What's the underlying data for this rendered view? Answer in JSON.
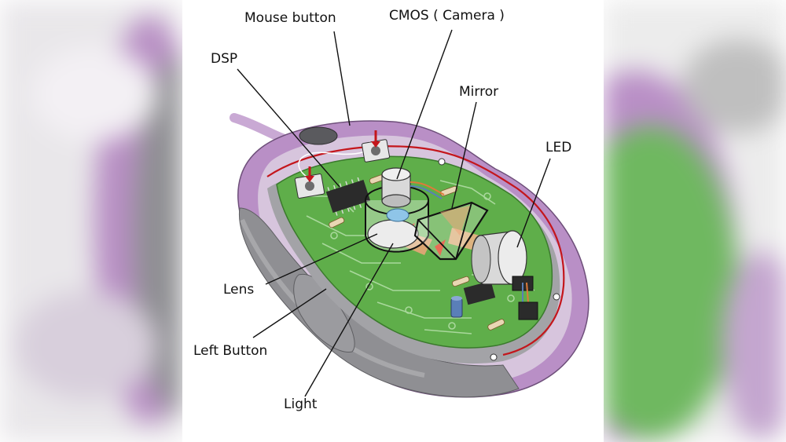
{
  "diagram": {
    "labels": {
      "mouse_button": "Mouse button",
      "cmos": "CMOS ( Camera )",
      "dsp": "DSP",
      "mirror": "Mirror",
      "led": "LED",
      "lens": "Lens",
      "left_button": "Left Button",
      "light": "Light"
    },
    "colors": {
      "shell_purple": "#b98fc6",
      "shell_light": "#d8c6de",
      "shell_grey": "#8f8f93",
      "pcb_green": "#5fae4a",
      "trace_light": "#a9d89c",
      "wire_red": "#c4161c",
      "beam_red": "#e23a1e",
      "lens_blue": "#8fc5e8",
      "chip_dark": "#2b2b2b"
    }
  }
}
